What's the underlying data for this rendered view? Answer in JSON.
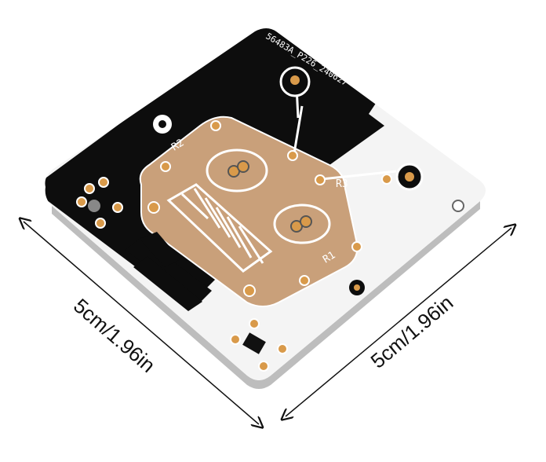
{
  "product": {
    "board_code": "56483A_P226_240627",
    "resistor_labels": [
      "R2",
      "R3",
      "R1"
    ]
  },
  "dimensions": {
    "left_edge": "5cm/1.96in",
    "right_edge": "5cm/1.96in"
  },
  "colors": {
    "board_black": "#0d0d0d",
    "board_white": "#f4f4f4",
    "copper": "#c9a07a",
    "pad_gold": "#d99a4a"
  }
}
